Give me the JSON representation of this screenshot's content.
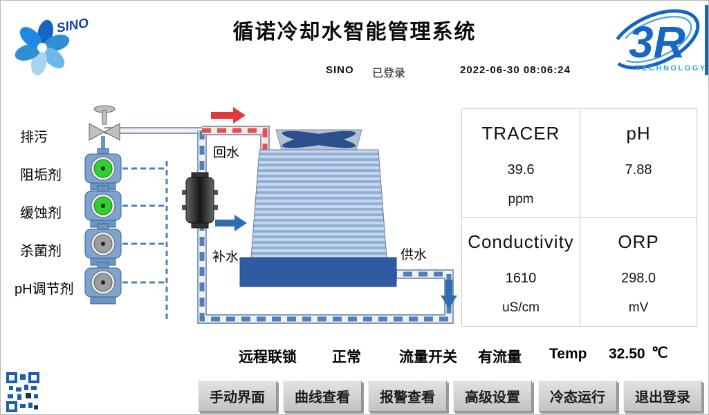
{
  "colors": {
    "accent": "#1565c0",
    "pipe-blue": "#4f7fc0",
    "pipe-red": "#e05252",
    "pump-on": "#2ed12e",
    "pump-off": "#9e9e9e",
    "basin-blue": "#2f5ba3",
    "tower-stripe-light": "#c8d6ea",
    "tower-stripe-dark": "#8fafd8"
  },
  "header": {
    "logo_text": "SINO",
    "title": "循诺冷却水智能管理系统",
    "logo_3r": "3R",
    "logo_3r_sub": "TECHNOLOGY"
  },
  "status_bar": {
    "user": "SINO",
    "login_status": "已登录",
    "datetime": "2022-06-30 08:06:24"
  },
  "diagram": {
    "chemical_labels": [
      "排污",
      "阻垢剂",
      "缓蚀剂",
      "杀菌剂",
      "pH调节剂"
    ],
    "flow_labels": {
      "return_water": "回水",
      "makeup_water": "补水",
      "supply_water": "供水"
    }
  },
  "readings": [
    {
      "name": "TRACER",
      "value": "39.6",
      "unit": "ppm"
    },
    {
      "name": "pH",
      "value": "7.88",
      "unit": ""
    },
    {
      "name": "Conductivity",
      "value": "1610",
      "unit": "uS/cm"
    },
    {
      "name": "ORP",
      "value": "298.0",
      "unit": "mV"
    }
  ],
  "status_row": {
    "interlock_label": "远程联锁",
    "interlock_value": "正常",
    "flow_label": "流量开关",
    "flow_value": "有流量",
    "temp_label": "Temp",
    "temp_value": "32.50",
    "temp_unit": "℃"
  },
  "buttons": [
    "手动界面",
    "曲线查看",
    "报警查看",
    "高级设置",
    "冷态运行",
    "退出登录"
  ]
}
